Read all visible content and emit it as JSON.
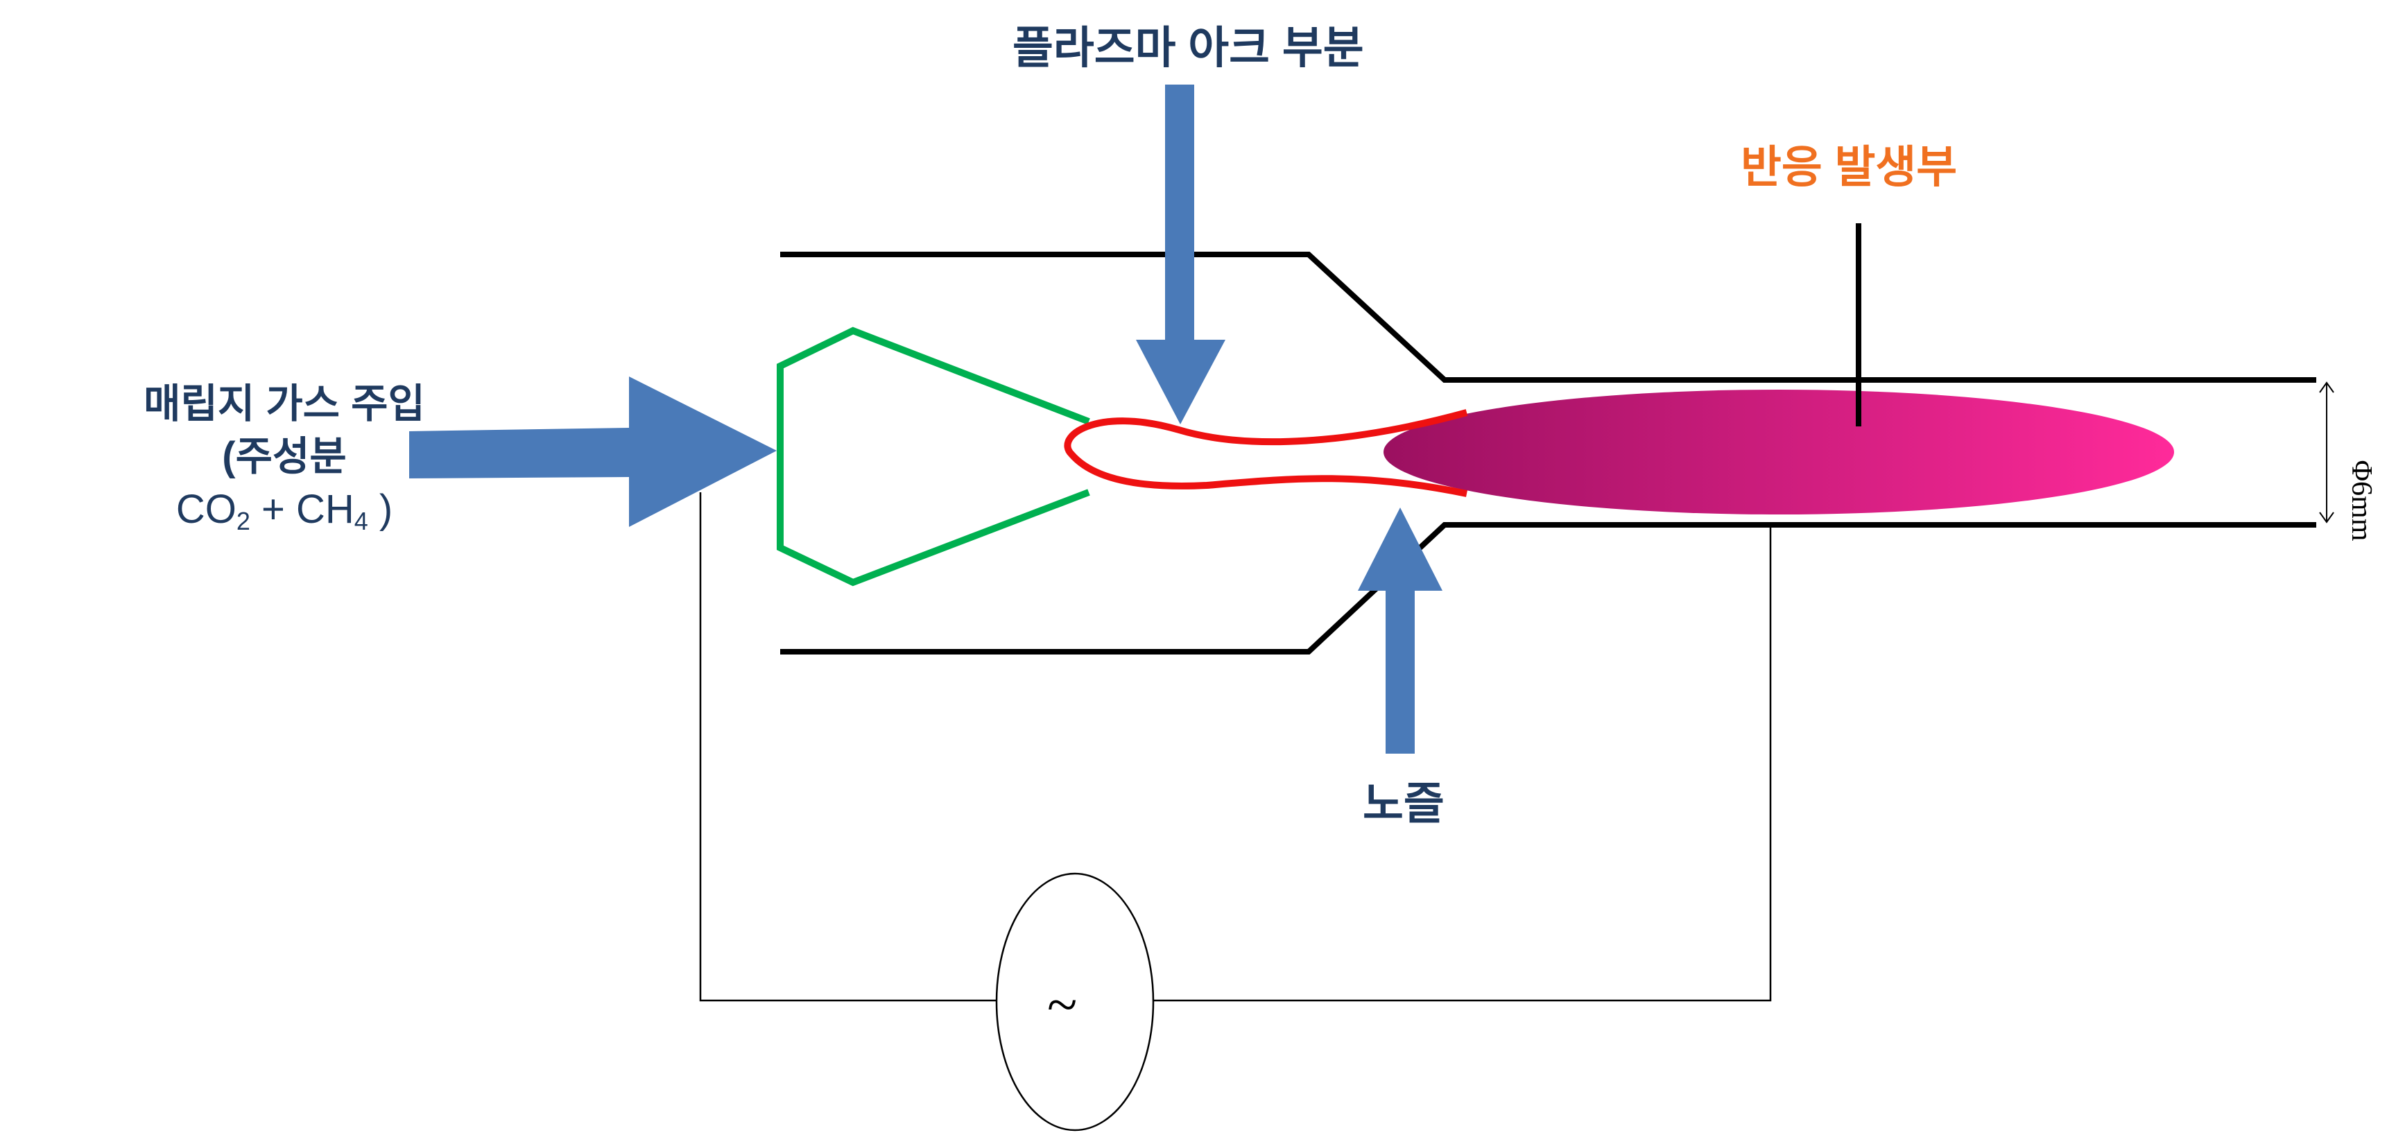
{
  "labels": {
    "plasma_arc": "플라즈마 아크 부분",
    "reaction_zone": "반응 발생부",
    "nozzle": "노즐",
    "inlet_line1": "매립지 가스 주입",
    "inlet_line2": "(주성분",
    "inlet_co": "CO",
    "inlet_sub1": "2",
    "inlet_plus": " + CH",
    "inlet_sub2": "4",
    "inlet_close": " )",
    "ac_symbol": "~",
    "diameter": "Φ6mm"
  },
  "colors": {
    "arrow": "#4a7ab8",
    "label_dark": "#1f3a5f",
    "label_orange": "#f07020",
    "electrode": "#00b050",
    "arc": "#ee1111",
    "plume_start": "#9b1060",
    "plume_end": "#ff2a9a",
    "wall": "#000000"
  }
}
